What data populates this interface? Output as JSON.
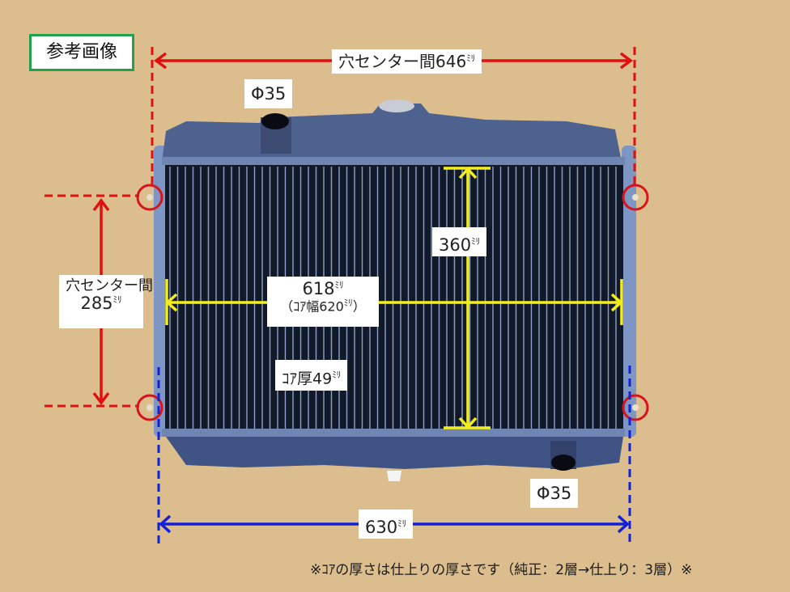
{
  "title_badge": "参考画像",
  "colors": {
    "background": "#dbbd8e",
    "hole_center_lines": "#e01010",
    "core_lines": "#f4ef1a",
    "overall_width_lines": "#1420d8",
    "badge_border": "#22a04a",
    "core": "#121a2a",
    "tank": "#4a5f88"
  },
  "labels": {
    "top_hole_center": {
      "text": "穴センター間646",
      "unit": "ﾐﾘ"
    },
    "top_pipe": {
      "text": "Φ35"
    },
    "side_hole_center": {
      "line1": "穴センター間",
      "line2": "285",
      "unit": "ﾐﾘ"
    },
    "core_height": {
      "text": "360",
      "unit": "ﾐﾘ"
    },
    "core_width": {
      "line1": "618",
      "unit1": "ﾐﾘ",
      "line2_prefix": "（ｺｱ幅620",
      "unit2": "ﾐﾘ",
      "line2_suffix": "）"
    },
    "core_thickness": {
      "text": "ｺｱ厚49",
      "unit": "ﾐﾘ"
    },
    "bottom_pipe": {
      "text": "Φ35"
    },
    "overall_width": {
      "text": "630",
      "unit": "ﾐﾘ"
    }
  },
  "footnote": "※ｺｱの厚さは仕上りの厚さです（純正：2層→仕上り：3層）※",
  "measurements": {
    "hole_center_horizontal_mm": 646,
    "hole_center_vertical_mm": 285,
    "core_height_mm": 360,
    "core_width_measured_mm": 618,
    "core_width_mm": 620,
    "core_thickness_mm": 49,
    "overall_width_mm": 630,
    "inlet_pipe_diameter": "Φ35",
    "outlet_pipe_diameter": "Φ35"
  }
}
